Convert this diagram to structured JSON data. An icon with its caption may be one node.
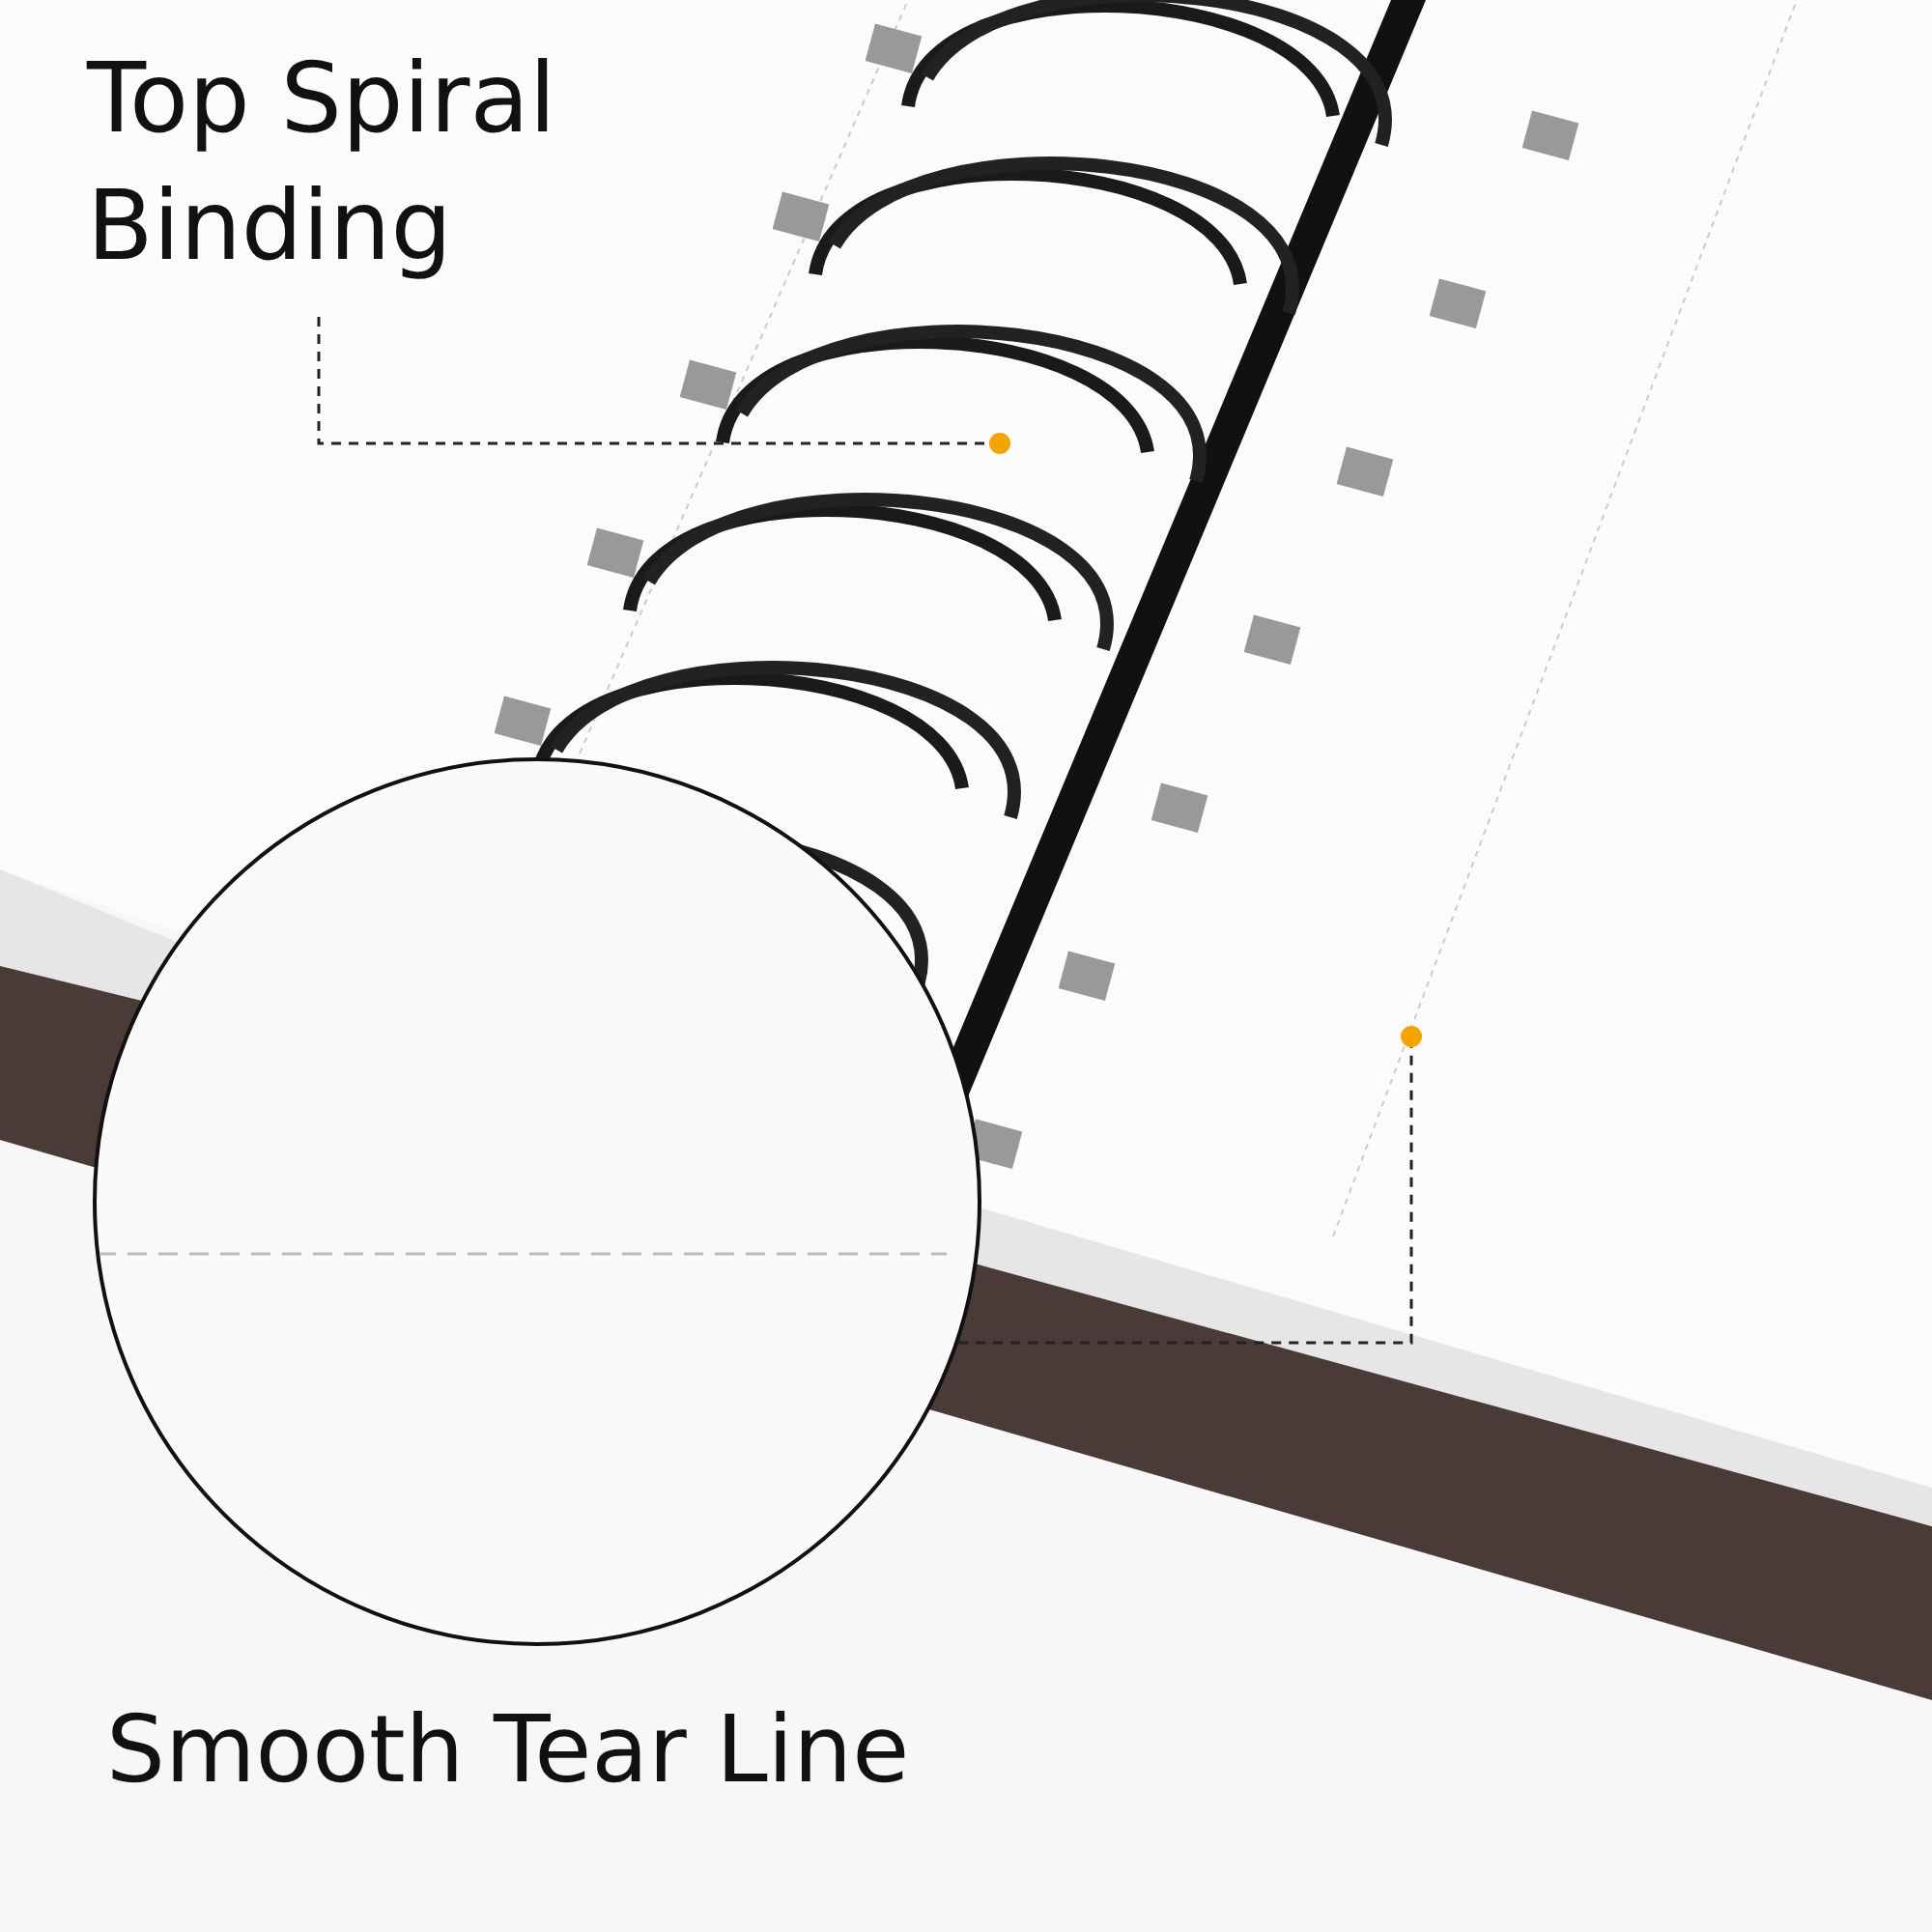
{
  "diagram": {
    "nodes": [
      {
        "text": [
          "Top Spiral Binding"
        ]
      },
      {
        "text": [],
        "shape": "circle"
      },
      {
        "text": [],
        "shape": "circle",
        "beside": [
          "Smooth Tear Line"
        ]
      },
      {
        "text": [],
        "shape": "circle"
      }
    ],
    "edges": [
      {
        "from": 0,
        "to": 1,
        "arrow": "none",
        "style": "dashed"
      },
      {
        "from": 2,
        "to": 3,
        "arrow": "none",
        "style": "dashed"
      }
    ]
  }
}
